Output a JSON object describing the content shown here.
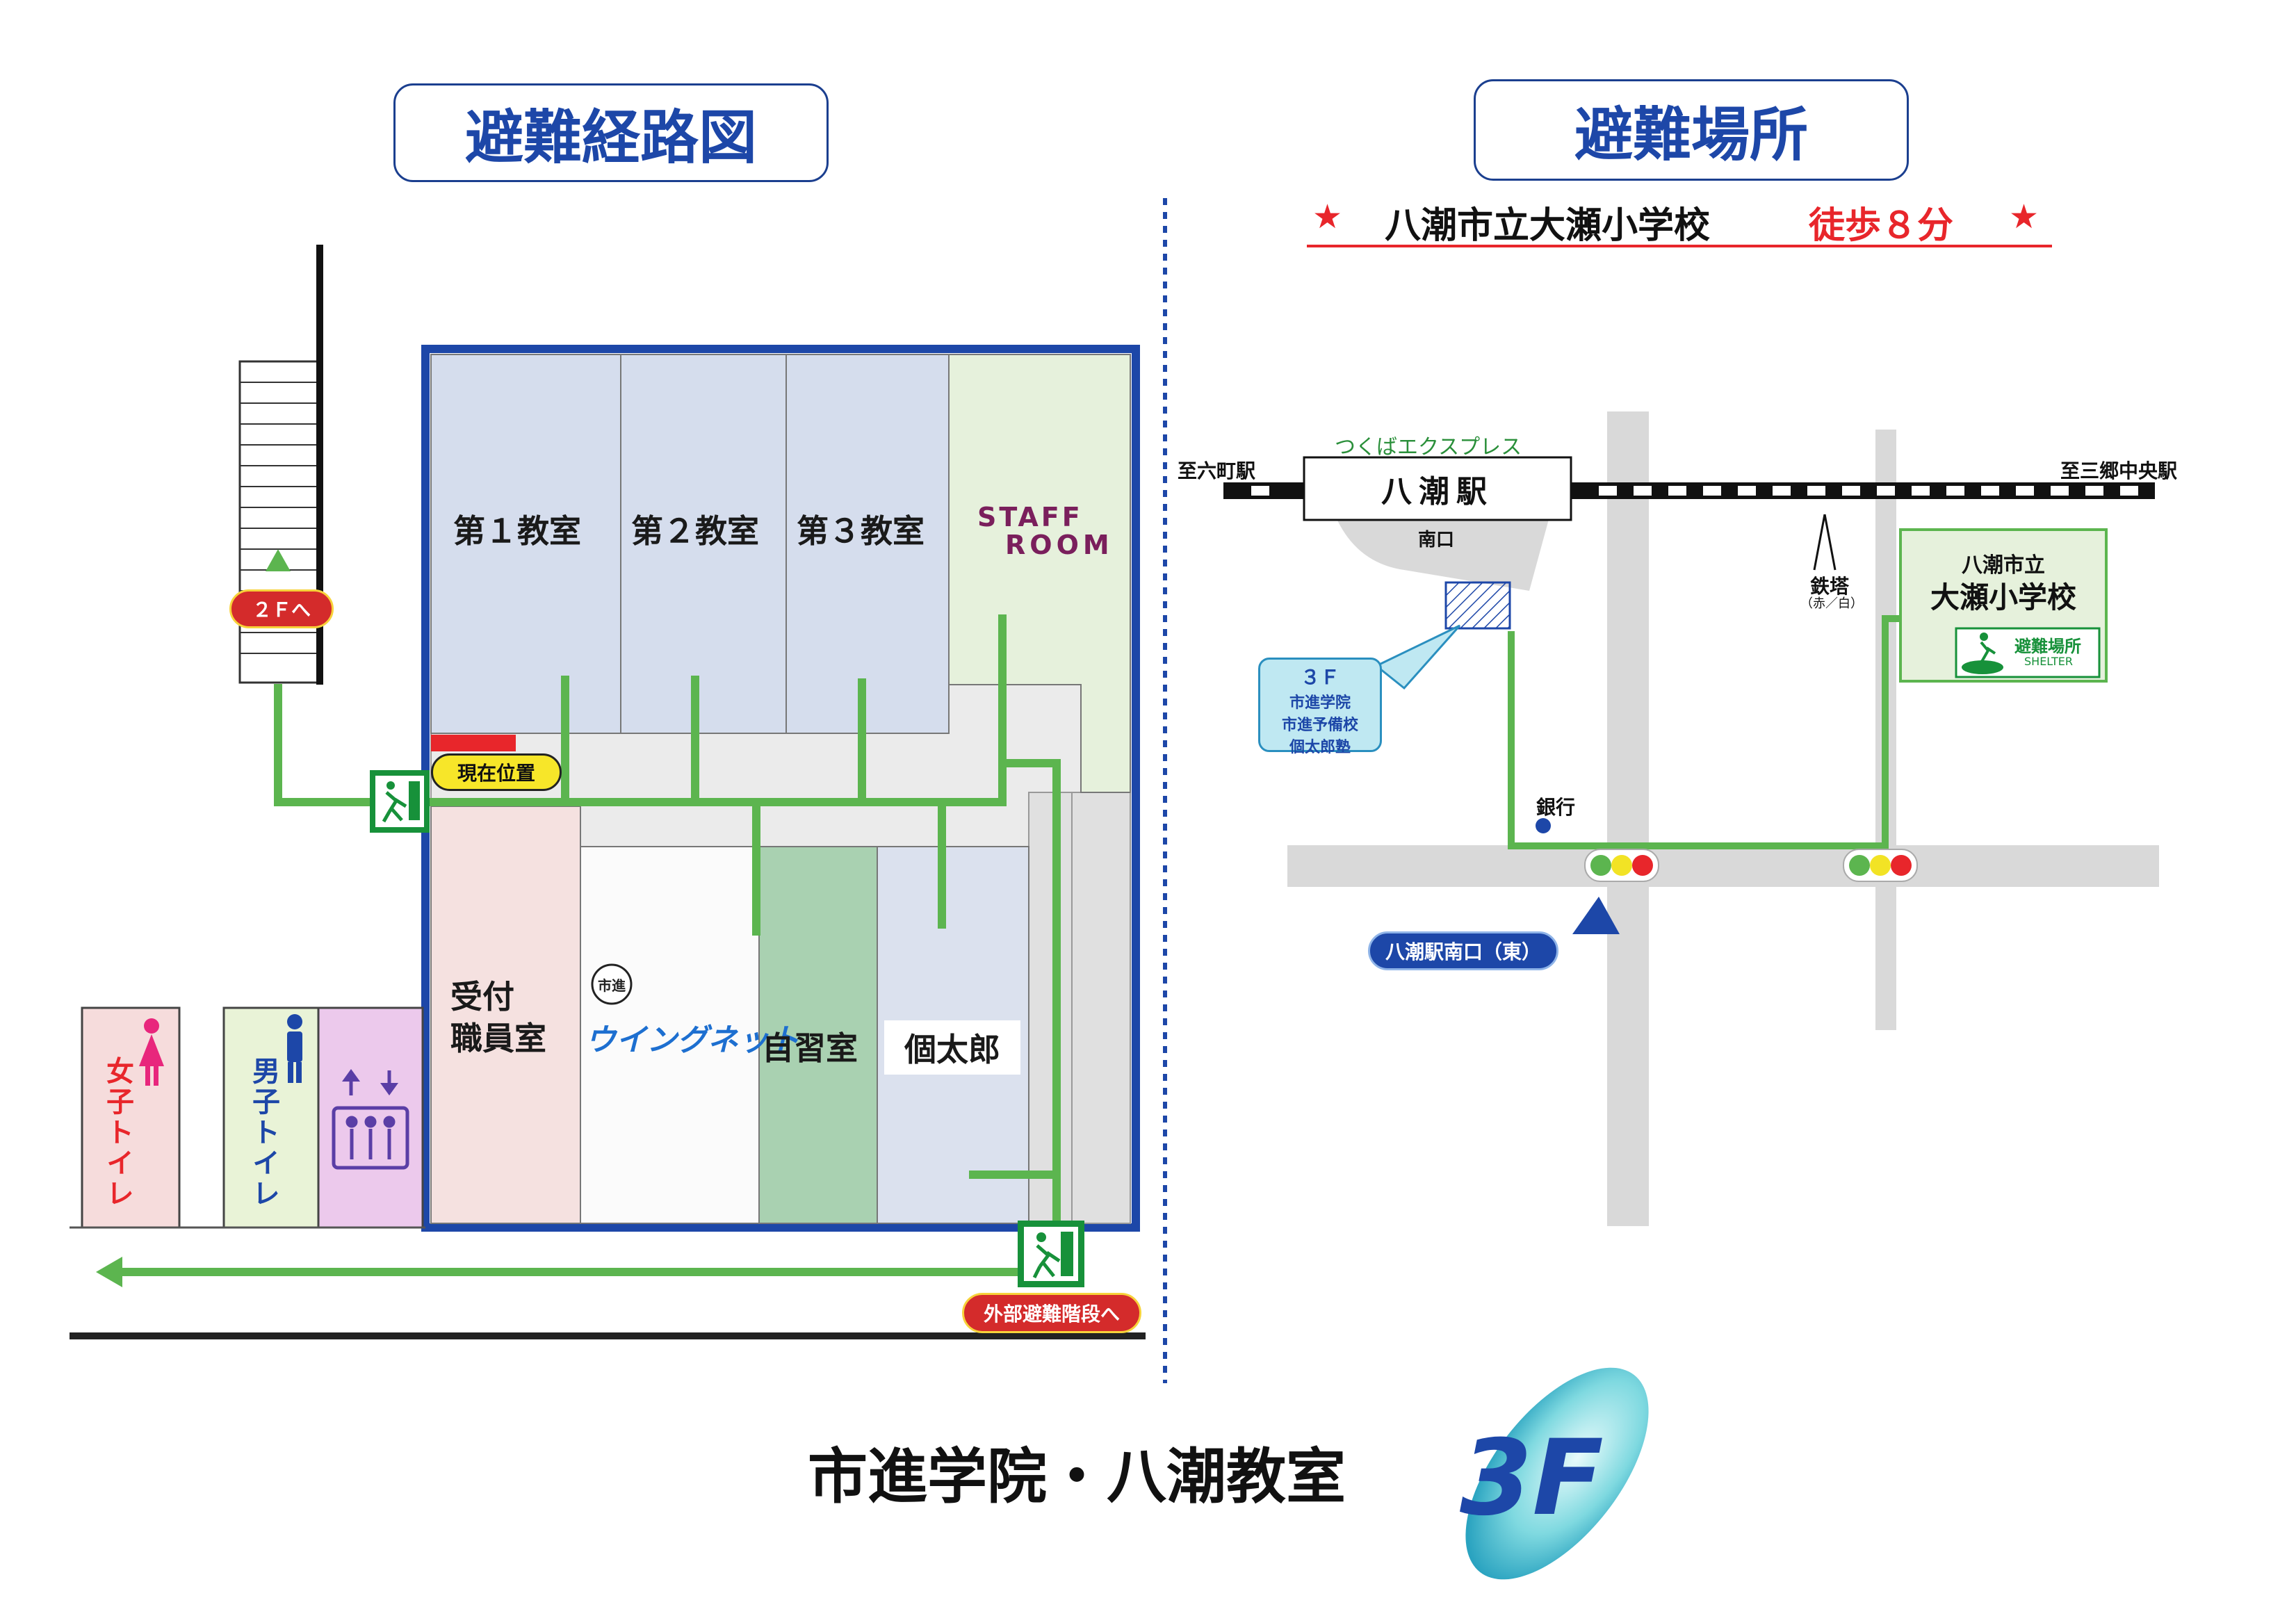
{
  "route_map": {
    "title": "避難経路図",
    "rooms": {
      "classroom1": "第１教室",
      "classroom2": "第２教室",
      "classroom3": "第３教室",
      "staff_line1": "STAFF",
      "staff_line2": "ROOM",
      "reception_line1": "受付",
      "reception_line2": "職員室",
      "wingnet_emblem": "市進",
      "wingnet_logo": "ウイングネット",
      "study_room": "自習室",
      "kotaro": "個太郎",
      "womens_toilet": "女子トイレ",
      "mens_toilet": "男子トイレ"
    },
    "labels": {
      "current_location": "現在位置",
      "to_2f": "２Ｆへ",
      "external_stairs": "外部避難階段へ"
    }
  },
  "shelter_map": {
    "title": "避難場所",
    "subtitle_school": "八潮市立大瀬小学校",
    "subtitle_walk": "徒歩８分",
    "line_name": "つくばエクスプレス",
    "to_rokucho": "至六町駅",
    "to_misato": "至三郷中央駅",
    "station": "八潮駅",
    "south_exit": "南口",
    "building": {
      "floor": "３Ｆ",
      "line1": "市進学院",
      "line2": "市進予備校",
      "line3": "個太郎塾"
    },
    "bank": "銀行",
    "tower": "鉄塔",
    "tower_sub": "（赤／白）",
    "intersection": "八潮駅南口（東）",
    "school_line1": "八潮市立",
    "school_line2": "大瀬小学校",
    "shelter_jp": "避難場所",
    "shelter_en": "SHELTER"
  },
  "footer": {
    "name": "市進学院・八潮教室",
    "floor": "3F"
  },
  "colors": {
    "navy": "#1d47a8",
    "route_green": "#5cb54f",
    "exit_green": "#17913a",
    "red_star": "#e8262b",
    "classroom_fill": "#d5dded",
    "staff_fill": "#e6f1dc"
  }
}
